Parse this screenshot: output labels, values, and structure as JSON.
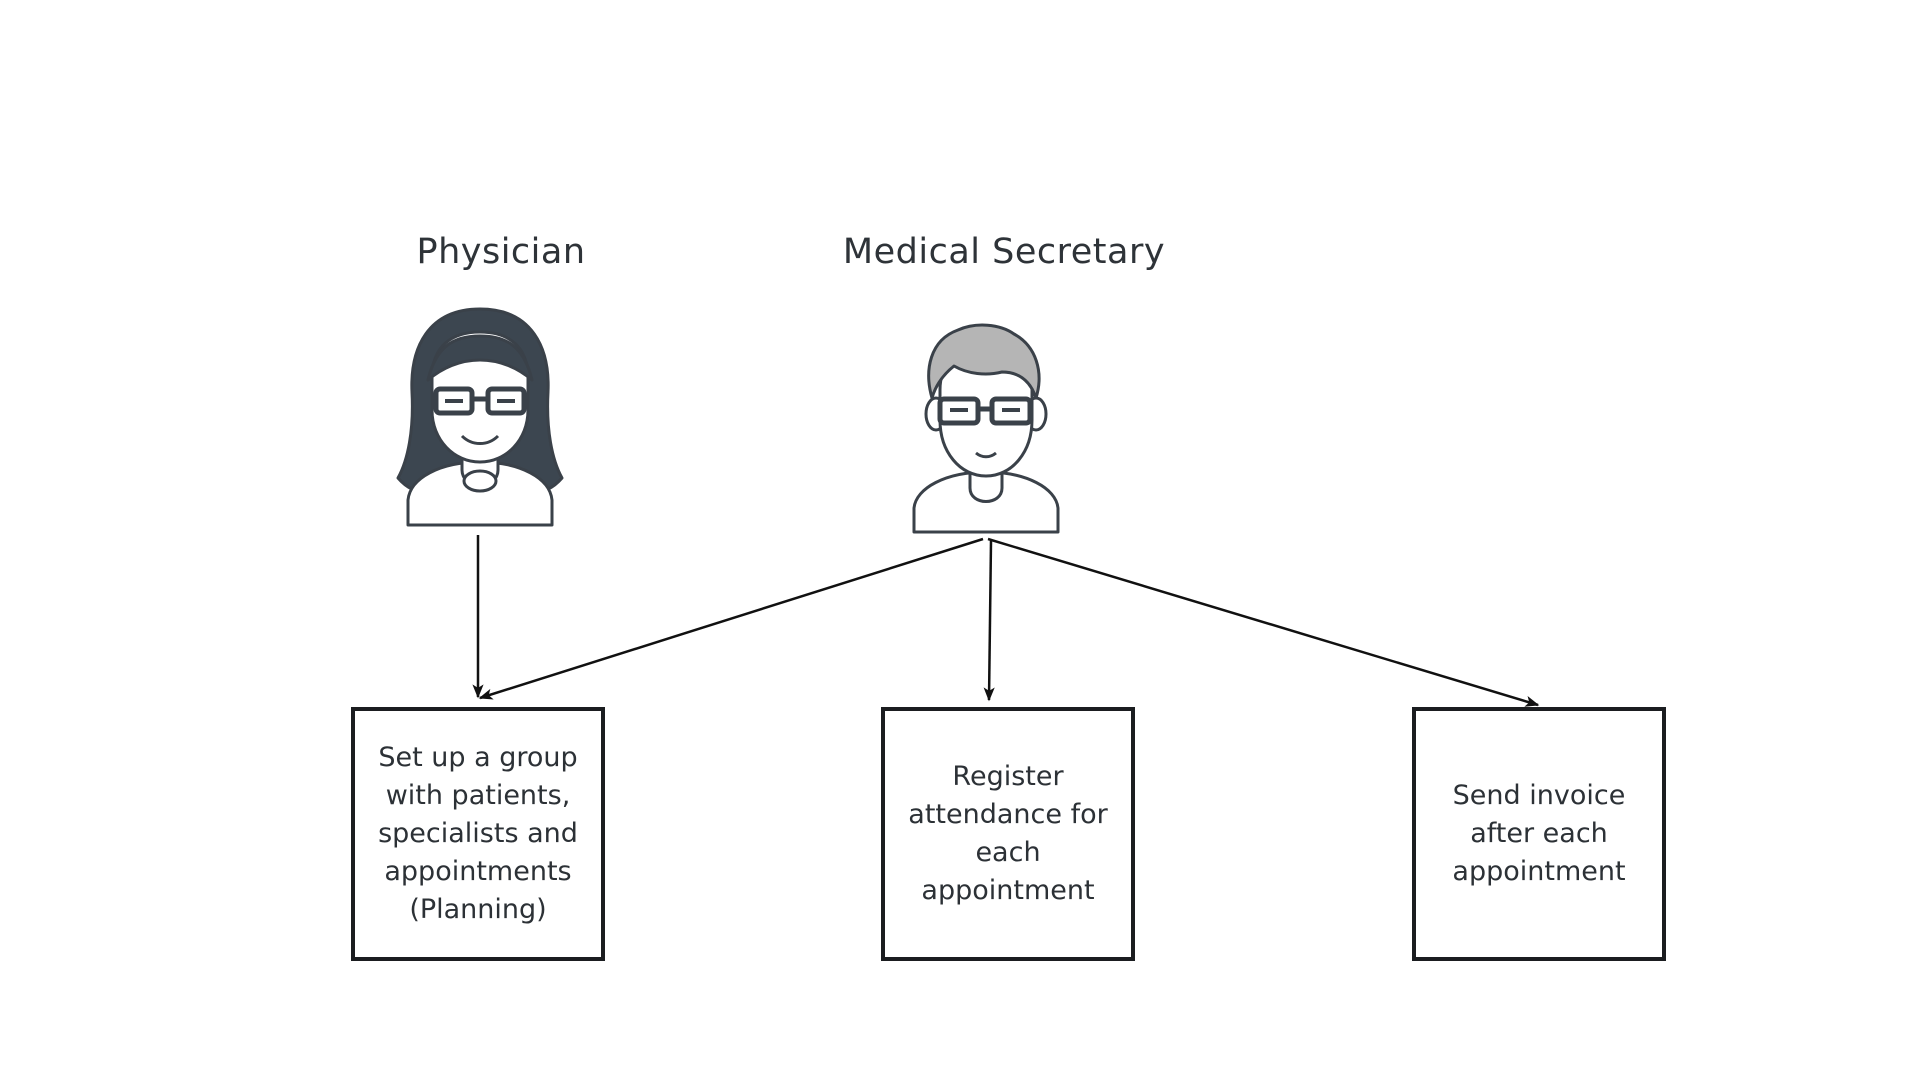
{
  "actors": {
    "physician": {
      "label": "Physician",
      "icon": "physician-avatar-icon"
    },
    "secretary": {
      "label": "Medical Secretary",
      "icon": "secretary-avatar-icon"
    }
  },
  "tasks": {
    "planning": "Set up a group with patients, specialists and appointments (Planning)",
    "attendance": "Register attendance for each appointment",
    "invoice": "Send invoice after each appointment"
  },
  "colors": {
    "hair_dark": "#3c4650",
    "hair_grey": "#b5b5b5",
    "outline": "#3a4149",
    "box_border": "#1b1d20"
  }
}
